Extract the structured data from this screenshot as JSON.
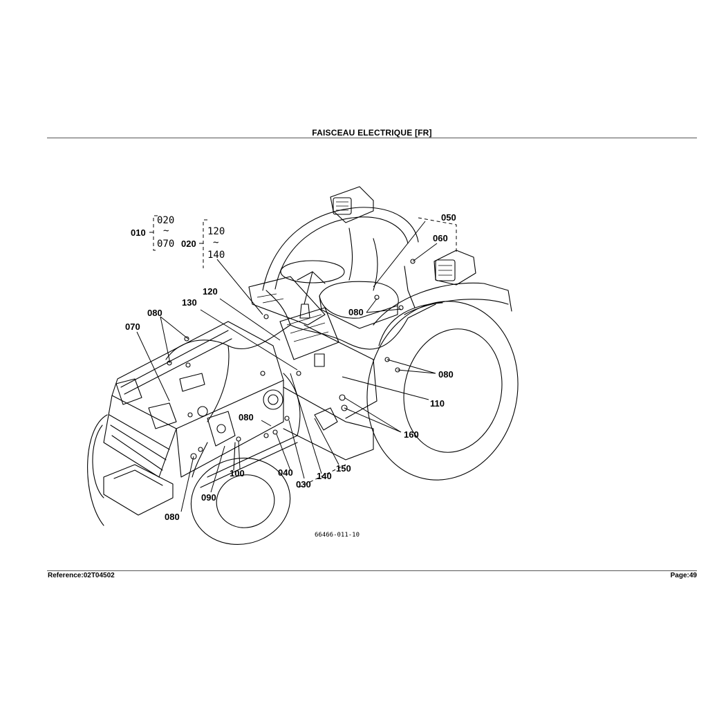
{
  "header": {
    "title": "FAISCEAU ELECTRIQUE   [FR]"
  },
  "footer": {
    "reference": "Reference:02T04502",
    "page": "Page:49"
  },
  "drawing": {
    "drawing_number": "66466-011-10",
    "callouts": {
      "c010": "010",
      "c020": "020",
      "c070_group": "070",
      "c020_group": "020",
      "c120_group": "120",
      "c140_group": "140",
      "c050": "050",
      "c060": "060",
      "c080_rear": "080",
      "c120": "120",
      "c130": "130",
      "c080_left": "080",
      "c070": "070",
      "c080_right": "080",
      "c110": "110",
      "c080_mid": "080",
      "c160": "160",
      "c150": "150",
      "c140": "140",
      "c040": "040",
      "c100": "100",
      "c030": "030",
      "c090": "090",
      "c080_bottom": "080"
    }
  }
}
